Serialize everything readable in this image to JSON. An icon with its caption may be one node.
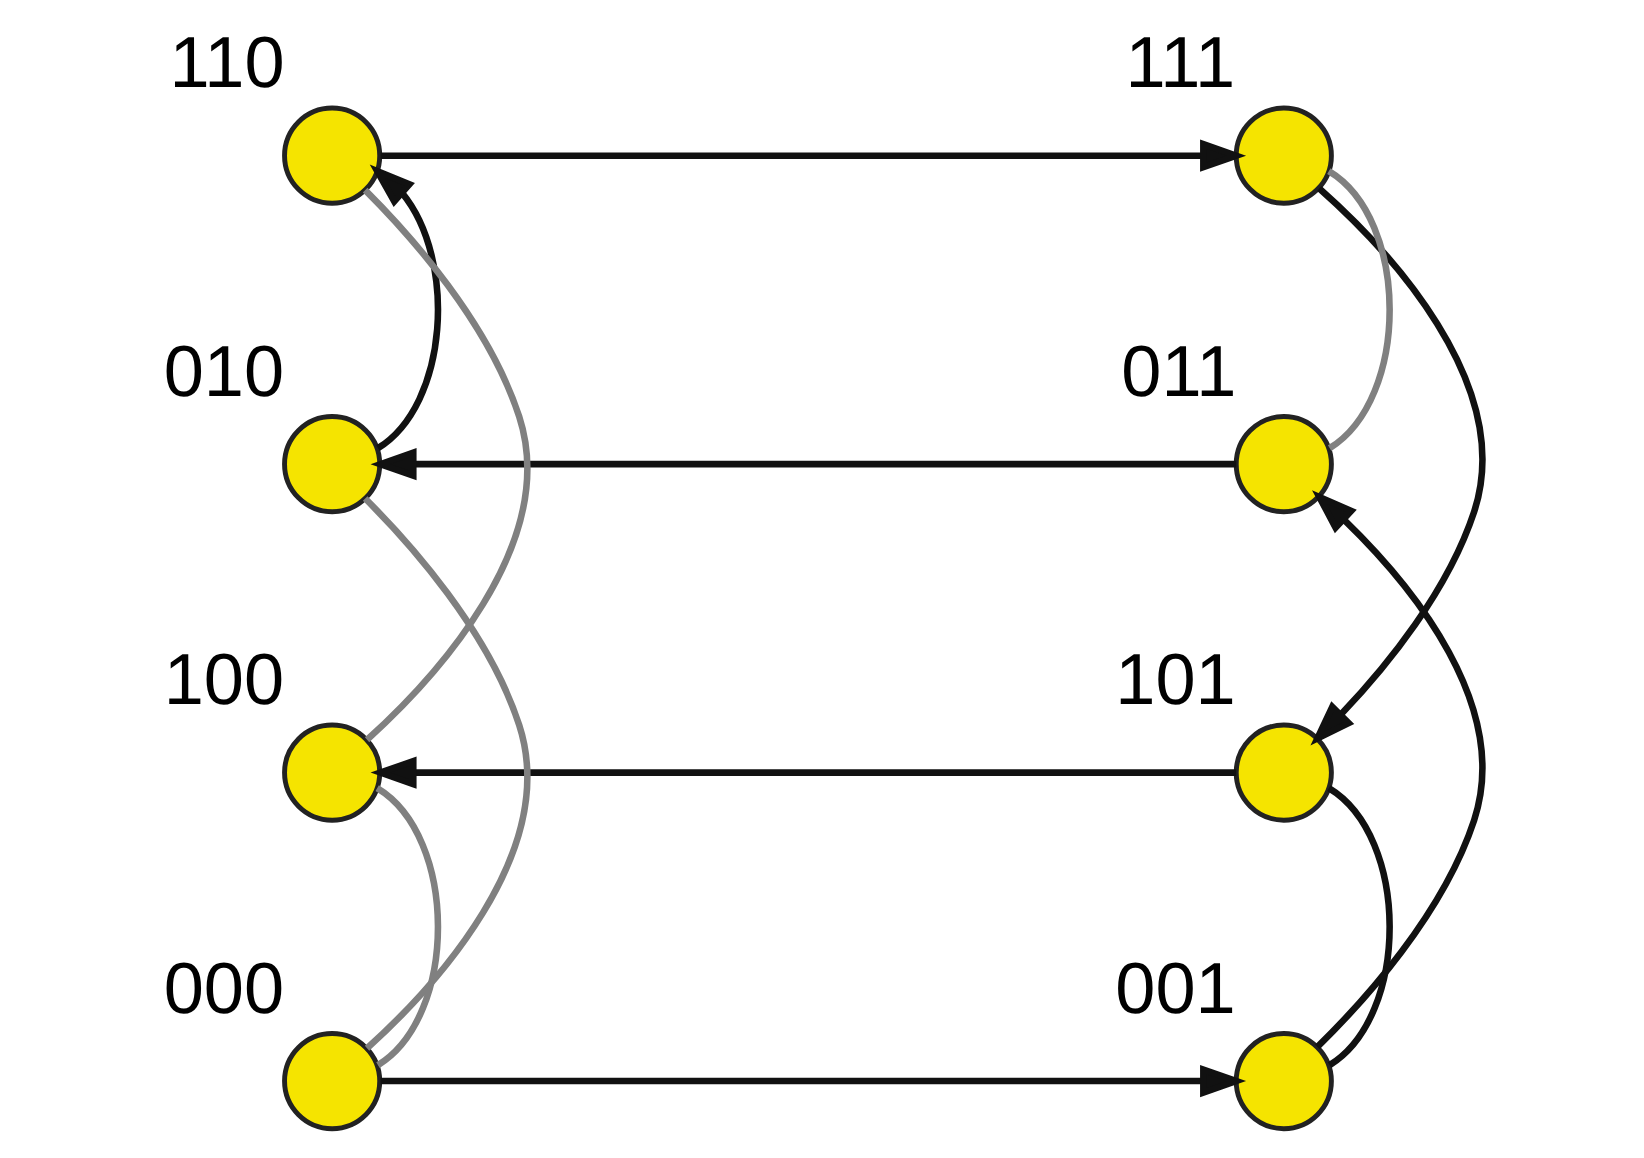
{
  "diagram": {
    "nodes": [
      {
        "text": [],
        "shape": "circle",
        "beside": [
          "110"
        ]
      },
      {
        "text": [],
        "shape": "circle",
        "beside": [
          "111"
        ]
      },
      {
        "text": [],
        "shape": "circle",
        "beside": [
          "010"
        ]
      },
      {
        "text": [],
        "shape": "circle",
        "beside": [
          "011"
        ]
      },
      {
        "text": [],
        "shape": "circle",
        "beside": [
          "100"
        ]
      },
      {
        "text": [],
        "shape": "circle",
        "beside": [
          "101"
        ]
      },
      {
        "text": [],
        "shape": "circle",
        "beside": [
          "000"
        ]
      },
      {
        "text": [],
        "shape": "circle",
        "beside": [
          "001"
        ]
      }
    ],
    "edges": [
      {
        "from": 6,
        "to": 7,
        "arrow": "to"
      },
      {
        "from": 7,
        "to": 3,
        "arrow": "to"
      },
      {
        "from": 3,
        "to": 2,
        "arrow": "to"
      },
      {
        "from": 2,
        "to": 0,
        "arrow": "to"
      },
      {
        "from": 0,
        "to": 1,
        "arrow": "to"
      },
      {
        "from": 1,
        "to": 5,
        "arrow": "to"
      },
      {
        "from": 5,
        "to": 4,
        "arrow": "to"
      },
      {
        "from": 4,
        "to": 0,
        "arrow": "none",
        "color": "#808080"
      },
      {
        "from": 6,
        "to": 2,
        "arrow": "none",
        "color": "#808080"
      },
      {
        "from": 6,
        "to": 4,
        "arrow": "none",
        "color": "#808080"
      },
      {
        "from": 3,
        "to": 1,
        "arrow": "none",
        "color": "#808080"
      },
      {
        "from": 5,
        "to": 7,
        "arrow": "none"
      }
    ]
  }
}
